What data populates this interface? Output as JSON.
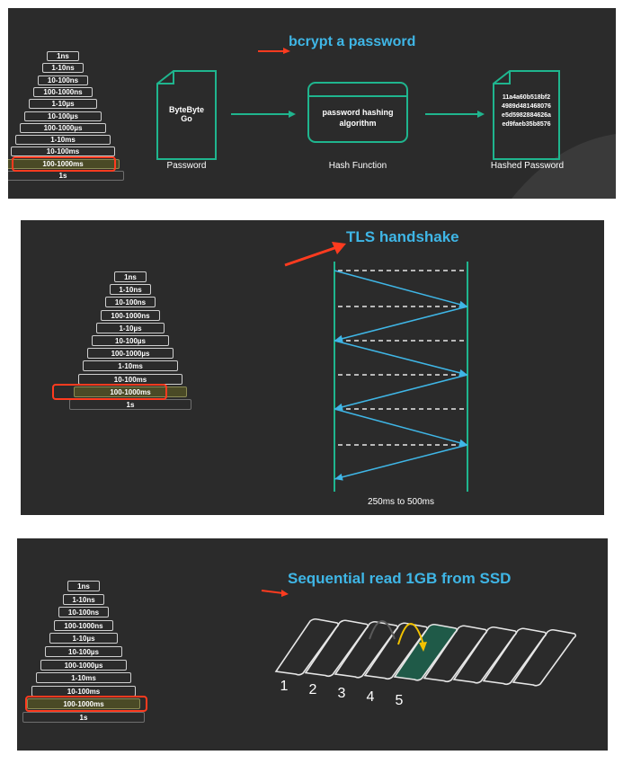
{
  "pyramid_levels": [
    "1ns",
    "1-10ns",
    "10-100ns",
    "100-1000ns",
    "1-10µs",
    "10-100µs",
    "100-1000µs",
    "1-10ms",
    "10-100ms",
    "100-1000ms",
    "1s"
  ],
  "highlight_index": 9,
  "panel_bcrypt": {
    "title": "bcrypt a password",
    "doc_text_line1": "ByteByte",
    "doc_text_line2": "Go",
    "doc_label": "Password",
    "hash_box_line1": "password hashing",
    "hash_box_line2": "algorithm",
    "hash_label": "Hash Function",
    "hashed_lines": [
      "11a4a60b518bf2",
      "4989d481468076",
      "e5d5982884626a",
      "ed9faeb35b8576"
    ],
    "hashed_label": "Hashed Password"
  },
  "panel_tls": {
    "title": "TLS handshake",
    "timing": "250ms to 500ms"
  },
  "panel_ssd": {
    "title": "Sequential read 1GB from SSD",
    "block_numbers": [
      "1",
      "2",
      "3",
      "4",
      "5"
    ],
    "highlight_block": 5
  },
  "colors": {
    "panel_bg": "#2b2b2b",
    "accent_green": "#1fb58e",
    "title_blue": "#3fb6e6",
    "highlight_red": "#ff3b1f",
    "handshake_arrow": "#3fb6e6",
    "read_arrow": "#f2c200"
  }
}
